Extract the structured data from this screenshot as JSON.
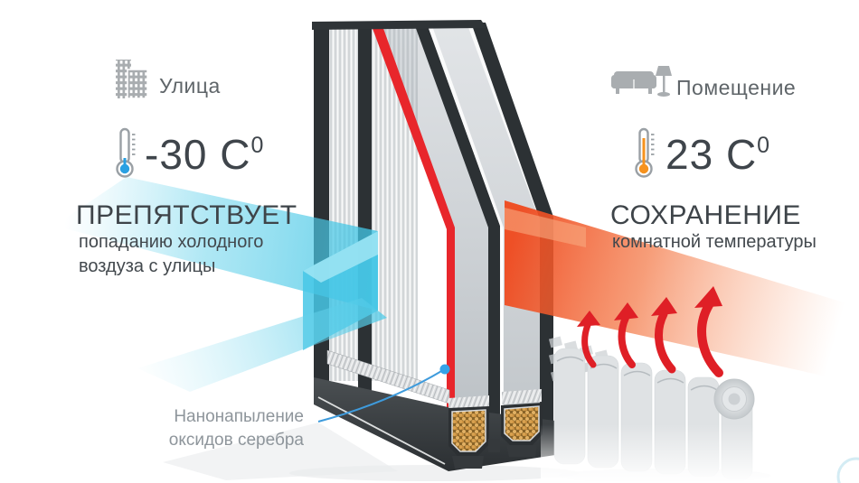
{
  "left": {
    "location": "Улица",
    "temp": "-30 C",
    "temp_sup": "0",
    "heading": "ПРЕПЯТСТВУЕТ",
    "sub1": "попаданию холодного",
    "sub2": "воздуза с улицы"
  },
  "right": {
    "location": "Помещение",
    "temp": "23 C",
    "temp_sup": "0",
    "heading": "СОХРАНЕНИЕ",
    "sub1": "комнатной температуры"
  },
  "callout": {
    "line1": "Нанонапыление",
    "line2": "оксидов серебра"
  },
  "colors": {
    "cold_accent": "#45c6e6",
    "warm_accent": "#f05423",
    "heat_arrow_red": "#df1f26",
    "coating_red": "#e8262b",
    "icon_gray": "#a9adb0",
    "text_dark": "#3e4449",
    "text_gray": "#8e959b",
    "callout_line_blue": "#3e9bdc",
    "desiccant_gold": "#d9a14f"
  }
}
